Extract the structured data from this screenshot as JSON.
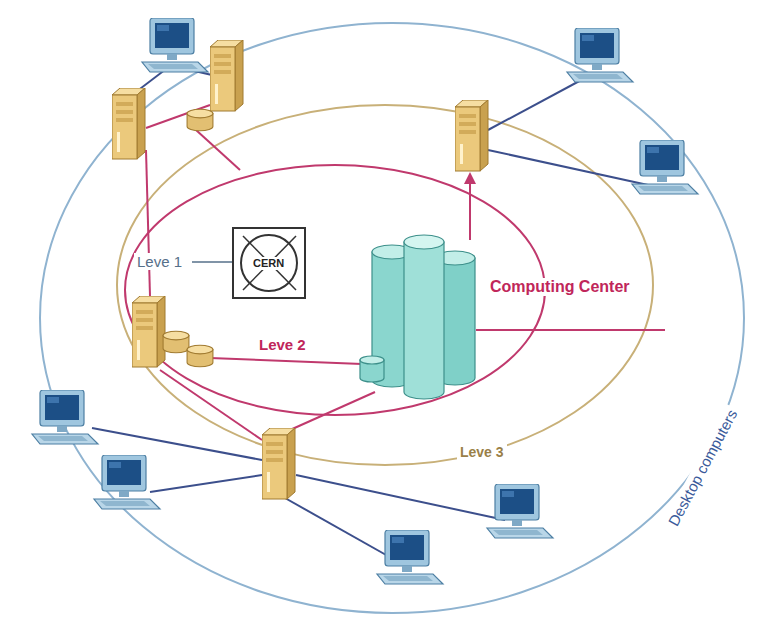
{
  "diagram": {
    "labels": [
      "Leve 1",
      "CERN",
      "Computing Center",
      "Leve 2",
      "Leve 3",
      "Desktop computers"
    ]
  }
}
